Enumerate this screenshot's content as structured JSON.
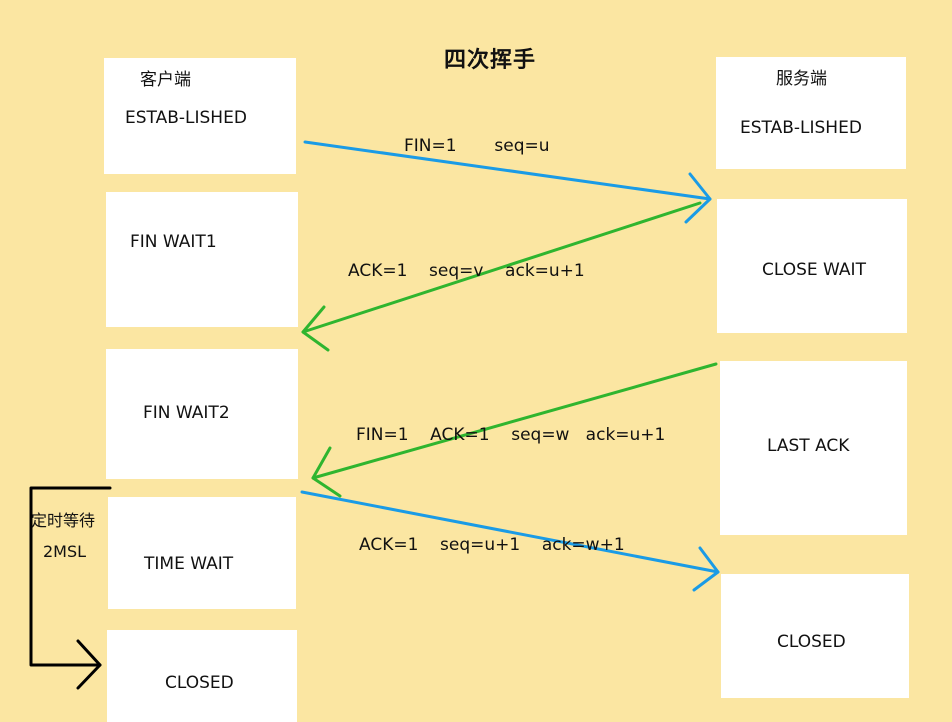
{
  "title": "四次挥手",
  "client": {
    "label": "客户端",
    "states": [
      "ESTAB-LISHED",
      "FIN  WAIT1",
      "FIN  WAIT2",
      "TIME  WAIT",
      "CLOSED"
    ]
  },
  "server": {
    "label": "服务端",
    "states": [
      "ESTAB-LISHED",
      "CLOSE  WAIT",
      "LAST  ACK",
      "CLOSED"
    ]
  },
  "messages": [
    "FIN=1       seq=u",
    "ACK=1    seq=v    ack=u+1",
    "FIN=1    ACK=1    seq=w   ack=u+1",
    "ACK=1    seq=u+1    ack=w+1"
  ],
  "timer": {
    "line1": "定时等待",
    "line2": "2MSL"
  },
  "colors": {
    "background": "#fbe6a2",
    "box": "#ffffff",
    "blue_arrow": "#1a9be6",
    "green_arrow": "#2fb52f",
    "timer_arrow": "#000000"
  }
}
